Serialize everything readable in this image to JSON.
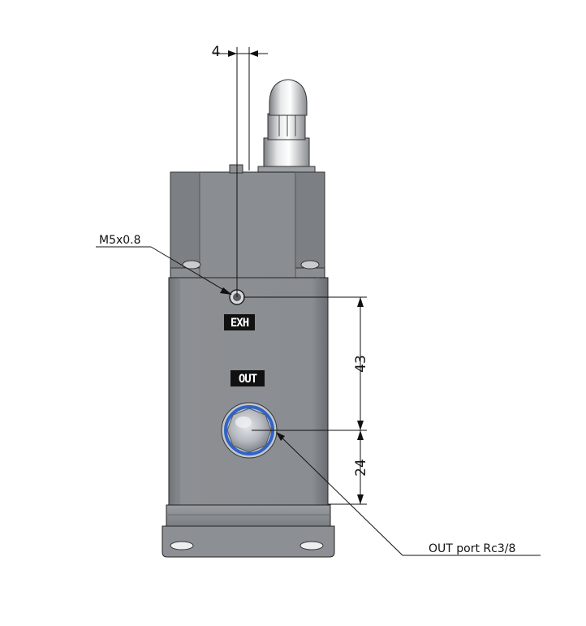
{
  "dimensions": {
    "top_width": "4",
    "vertical_upper": "43",
    "vertical_lower": "24"
  },
  "callouts": {
    "exhaust_thread": "M5x0.8",
    "out_port": "OUT port Rc3/8"
  },
  "body_labels": {
    "exhaust": "EXH",
    "output": "OUT"
  },
  "colors": {
    "body": "#8c8f93",
    "body_dark": "#6e7175",
    "body_light": "#a9acb0",
    "port_blue": "#2f64c8",
    "line": "#111111"
  }
}
